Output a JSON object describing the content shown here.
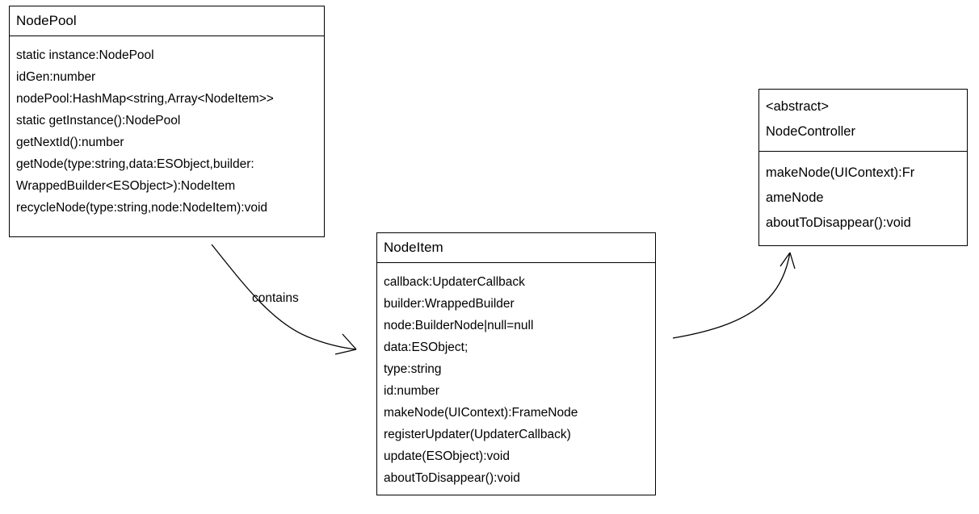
{
  "diagram": {
    "title": "NodePool / NodeItem / NodeController class diagram",
    "background_color": "#ffffff",
    "stroke_color": "#000000",
    "text_color": "#000000"
  },
  "classes": {
    "nodepool": {
      "name": "NodePool",
      "stereotype": "",
      "members": [
        "static instance:NodePool",
        "idGen:number",
        "nodePool:HashMap<string,Array<NodeItem>>",
        "static getInstance():NodePool",
        "getNextId():number",
        "getNode(type:string,data:ESObject,builder:",
        "WrappedBuilder<ESObject>):NodeItem",
        "recycleNode(type:string,node:NodeItem):void"
      ]
    },
    "nodeitem": {
      "name": "NodeItem",
      "stereotype": "",
      "members": [
        "callback:UpdaterCallback",
        "builder:WrappedBuilder",
        "node:BuilderNode|null=null",
        "data:ESObject;",
        "type:string",
        "id:number",
        "makeNode(UIContext):FrameNode",
        "registerUpdater(UpdaterCallback)",
        "update(ESObject):void",
        "aboutToDisappear():void"
      ]
    },
    "nodecontroller": {
      "name": "NodeController",
      "stereotype": "<abstract>",
      "members": [
        "makeNode(UIContext):Fr",
        "ameNode",
        "aboutToDisappear():void"
      ]
    }
  },
  "edges": [
    {
      "id": "nodepool-contains-nodeitem",
      "label": "contains",
      "from": "NodePool",
      "to": "NodeItem",
      "arrowhead": "open"
    },
    {
      "id": "nodeitem-extends-nodecontroller",
      "label": "",
      "from": "NodeItem",
      "to": "NodeController",
      "arrowhead": "open"
    }
  ]
}
